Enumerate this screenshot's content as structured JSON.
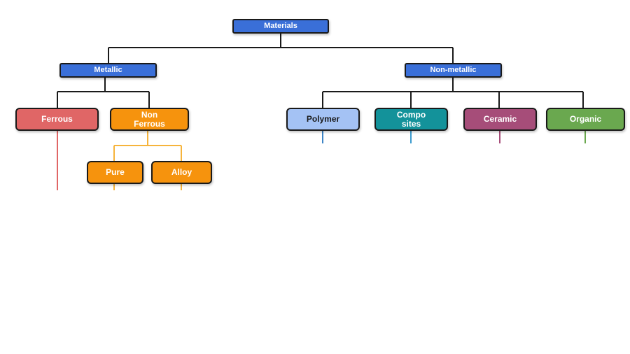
{
  "diagram": {
    "root": {
      "label": "Materials",
      "color": "#3a6fd8"
    },
    "metallic": {
      "label": "Metallic",
      "color": "#3a6fd8"
    },
    "non_metallic": {
      "label": "Non-metallic",
      "color": "#3a6fd8"
    },
    "ferrous": {
      "label": "Ferrous",
      "color": "#e06666"
    },
    "non_ferrous": {
      "line1": "Non",
      "line2": "Ferrous",
      "color": "#f6930d"
    },
    "pure": {
      "label": "Pure",
      "color": "#f6930d"
    },
    "alloy": {
      "label": "Alloy",
      "color": "#f6930d"
    },
    "polymer": {
      "label": "Polymer",
      "color": "#a4c2f4"
    },
    "composites": {
      "line1": "Compo",
      "line2": "sites",
      "color": "#13929a"
    },
    "ceramic": {
      "label": "Ceramic",
      "color": "#a64d79"
    },
    "organic": {
      "label": "Organic",
      "color": "#6aa84f"
    },
    "connector_colors": {
      "main": "#1a1a1a",
      "ferrous": "#e06666",
      "non_ferrous": "#f6b43c",
      "polymer": "#3d85c6",
      "composites": "#3d9ccf",
      "ceramic": "#a64d79",
      "organic": "#6aa84f"
    }
  }
}
